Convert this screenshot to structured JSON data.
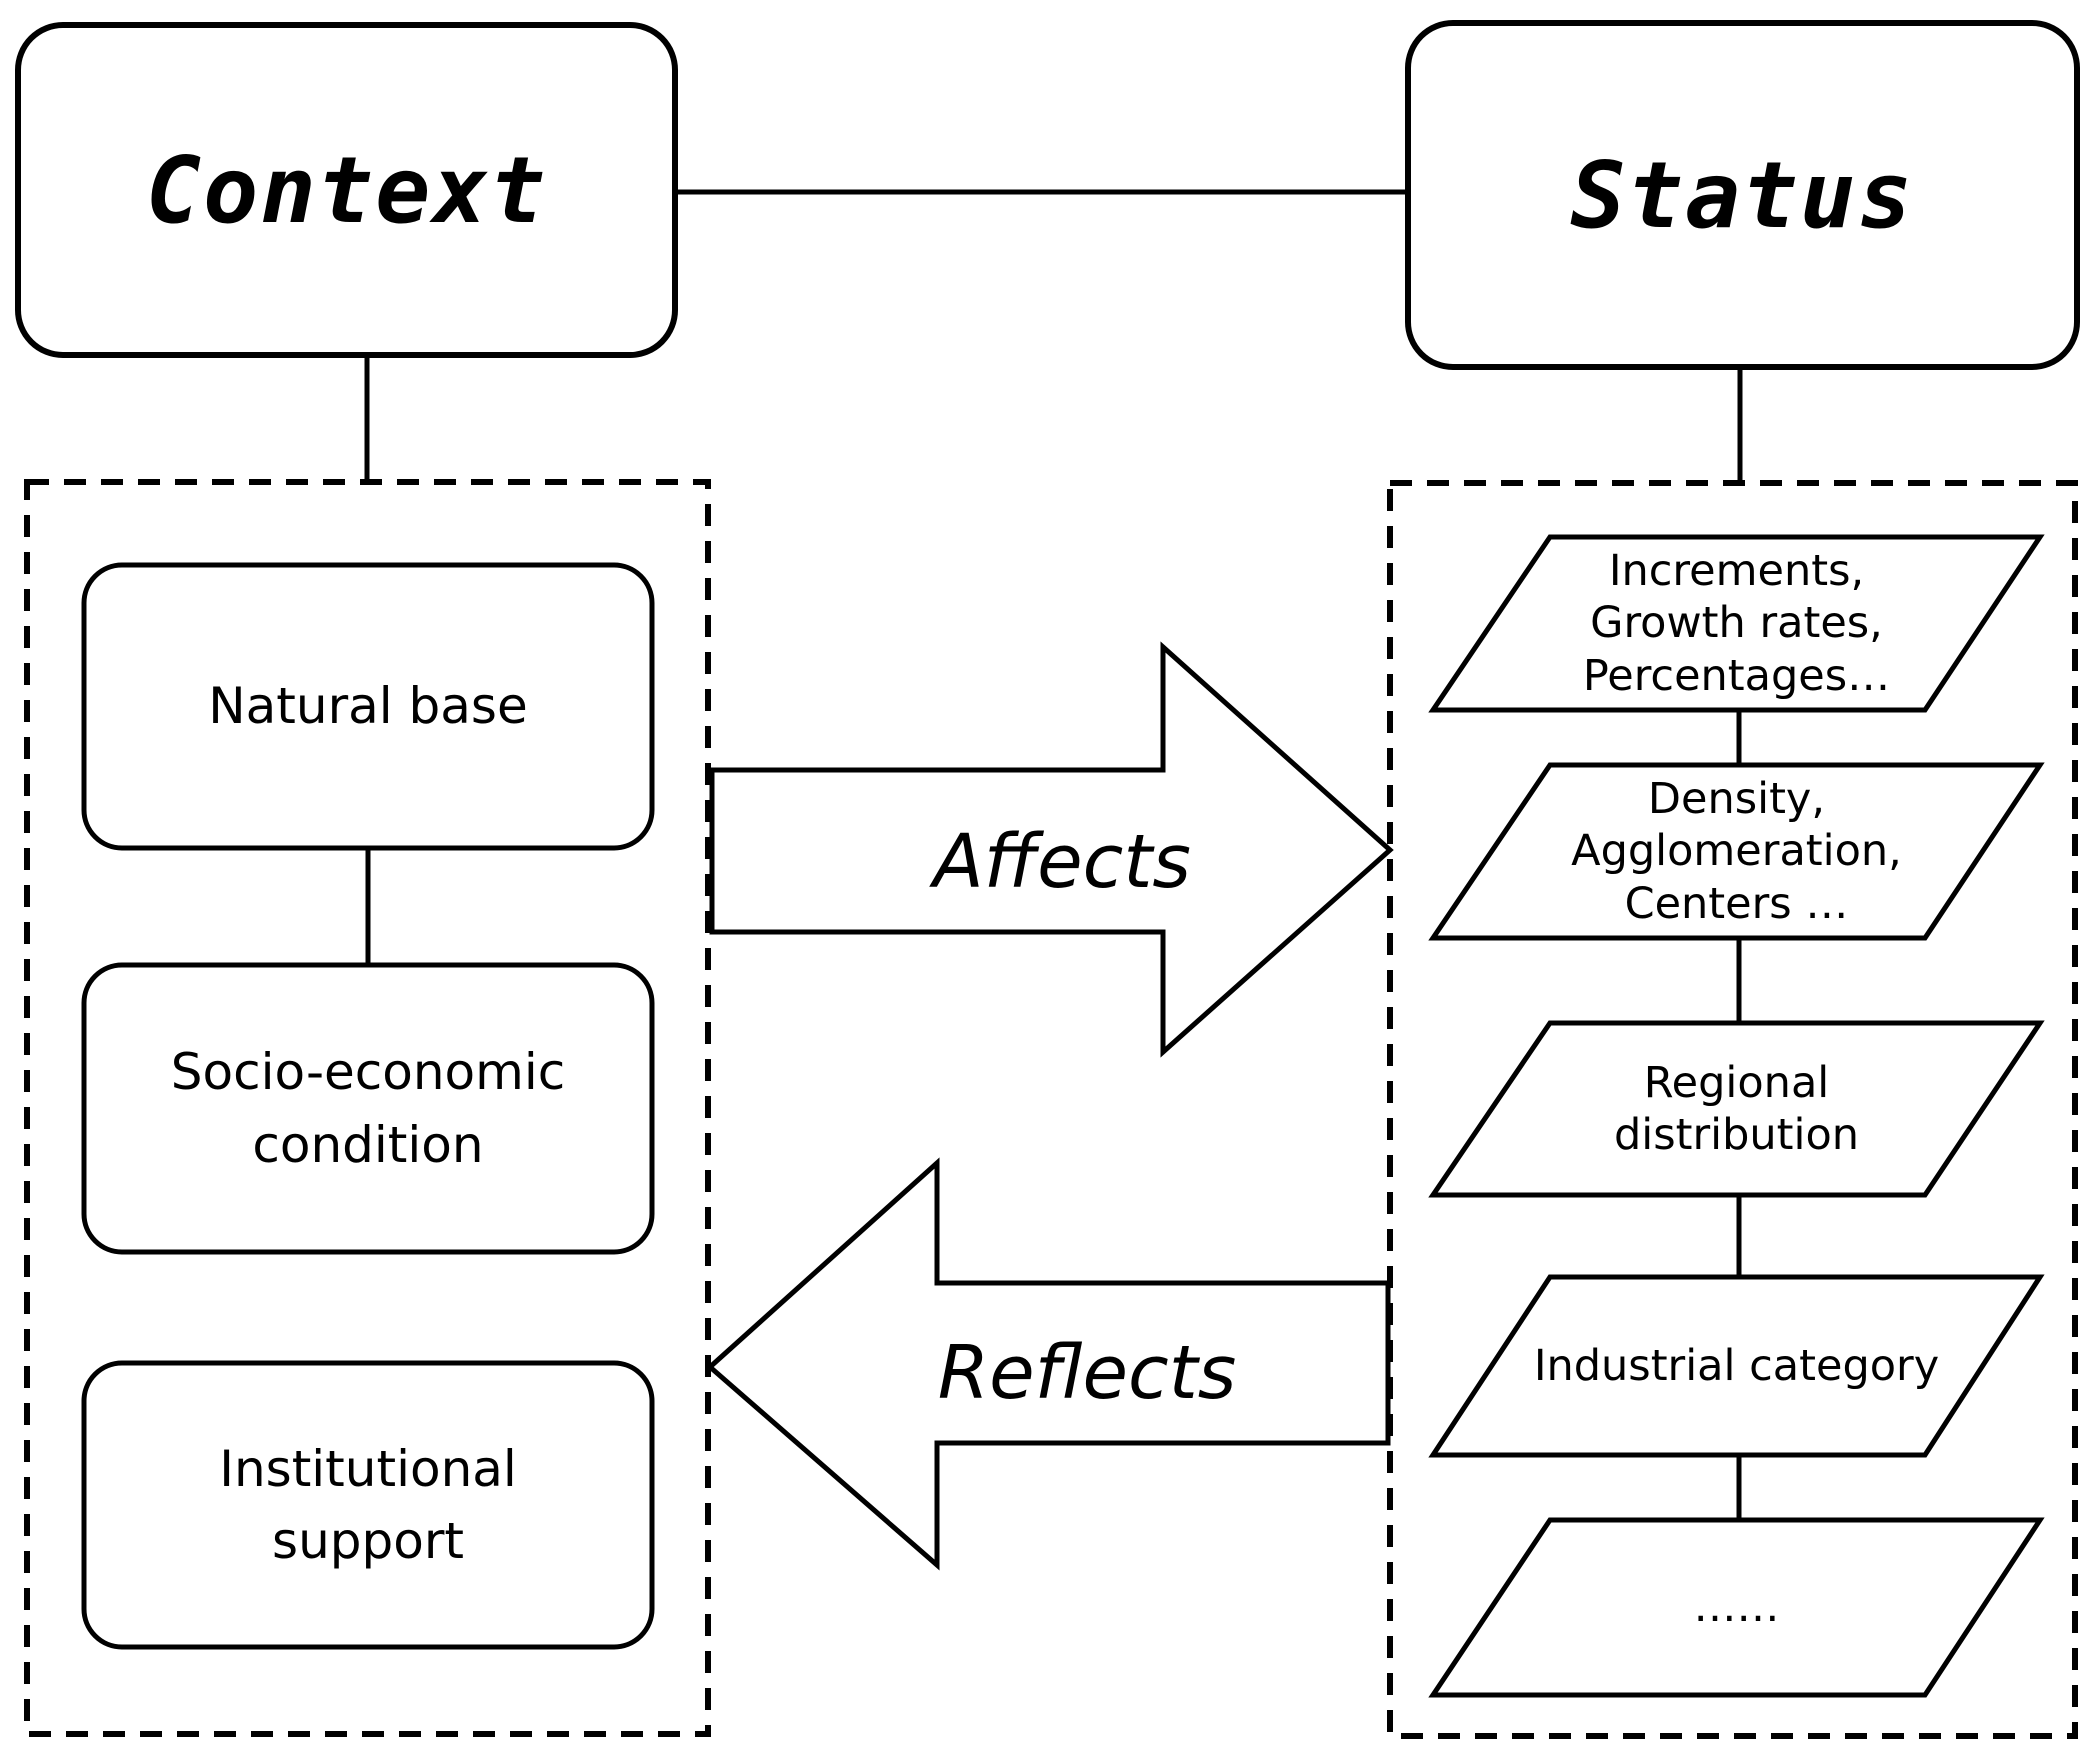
{
  "title_nodes": {
    "context": "Context",
    "status": "Status"
  },
  "context_panel": {
    "items": [
      "Natural base",
      "Socio-economic\ncondition",
      "Institutional\nsupport"
    ]
  },
  "status_panel": {
    "items": [
      "Increments,\nGrowth rates,\nPercentages…",
      "Density,\nAgglomeration,\nCenters …",
      "Regional\ndistribution",
      "Industrial category",
      "……"
    ]
  },
  "relations": {
    "affects": "Affects",
    "reflects": "Reflects"
  },
  "colors": {
    "ink": "#000000",
    "paper": "#ffffff"
  }
}
